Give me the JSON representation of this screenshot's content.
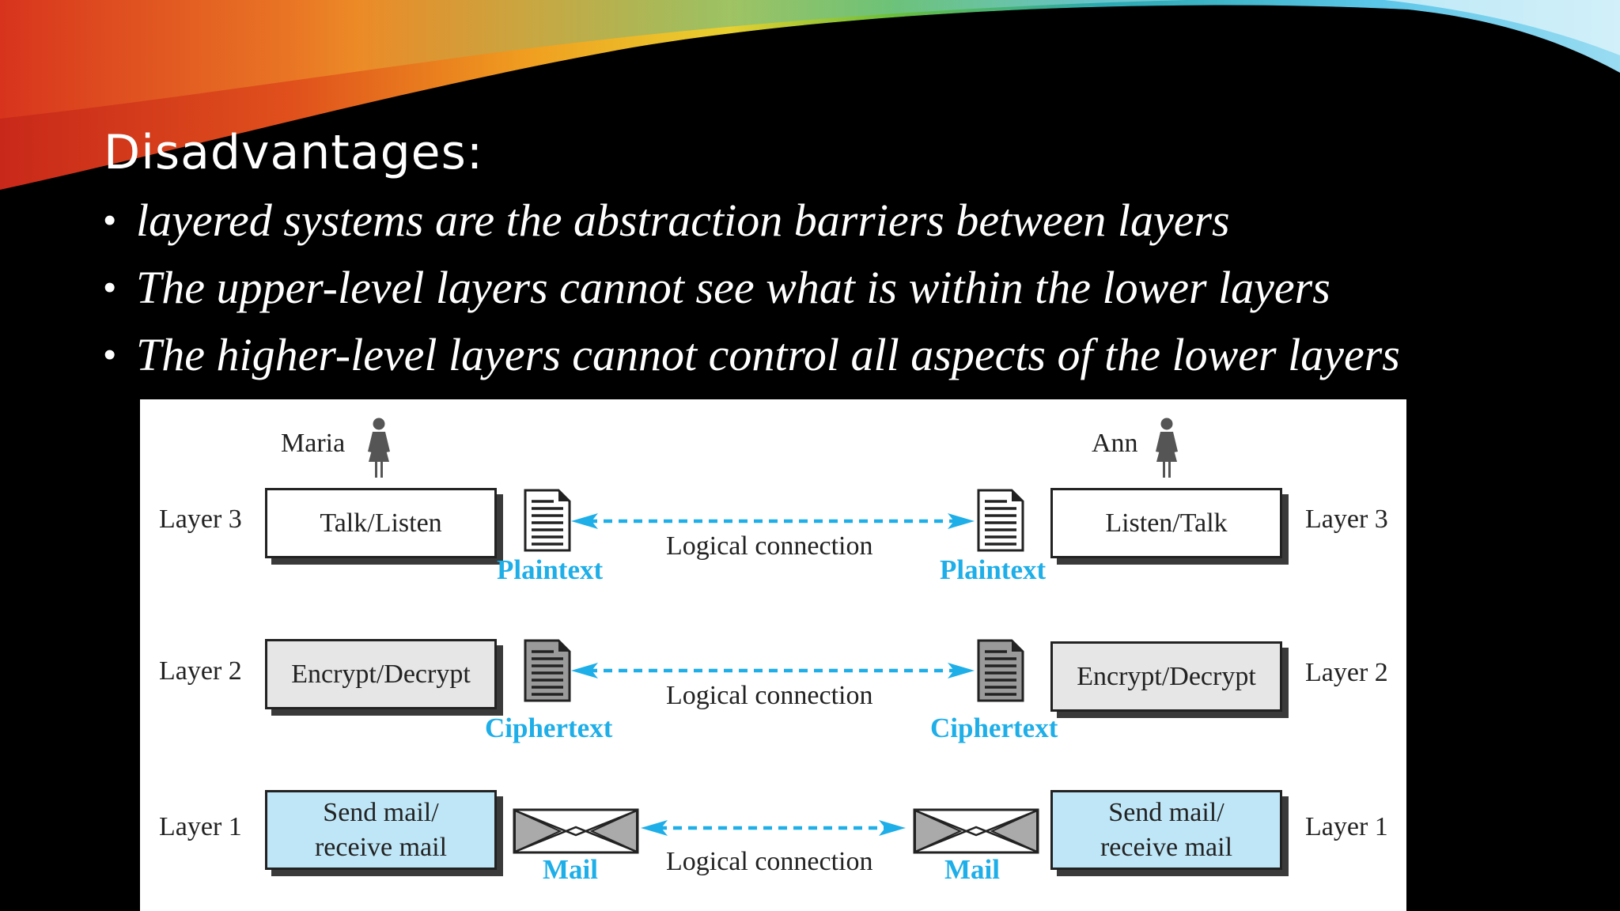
{
  "slide": {
    "title": "Disadvantages:",
    "bullets": [
      "layered systems are the abstraction barriers between layers",
      "The upper-level layers cannot see what is within the lower layers",
      "The higher-level layers cannot control all aspects of the lower layers"
    ]
  },
  "figure": {
    "people": {
      "left": "Maria",
      "right": "Ann"
    },
    "layers": {
      "layer3": {
        "name": "Layer 3",
        "left_box": "Talk/Listen",
        "right_box": "Listen/Talk",
        "data_label": "Plaintext"
      },
      "layer2": {
        "name": "Layer 2",
        "left_box": "Encrypt/Decrypt",
        "right_box": "Encrypt/Decrypt",
        "data_label": "Ciphertext"
      },
      "layer1": {
        "name": "Layer 1",
        "left_box_line1": "Send mail/",
        "left_box_line2": "receive mail",
        "right_box_line1": "Send mail/",
        "right_box_line2": "receive mail",
        "data_label": "Mail"
      }
    },
    "connection_label": "Logical connection"
  },
  "colors": {
    "accent_blue": "#1eaee8",
    "layer1_fill": "#bfe6f7",
    "layer2_fill": "#e6e6e6",
    "layer3_fill": "#ffffff"
  },
  "icons": [
    "person-icon",
    "plaintext-document-icon",
    "ciphertext-document-icon",
    "mail-envelope-icon",
    "double-arrow-dashed-icon"
  ]
}
